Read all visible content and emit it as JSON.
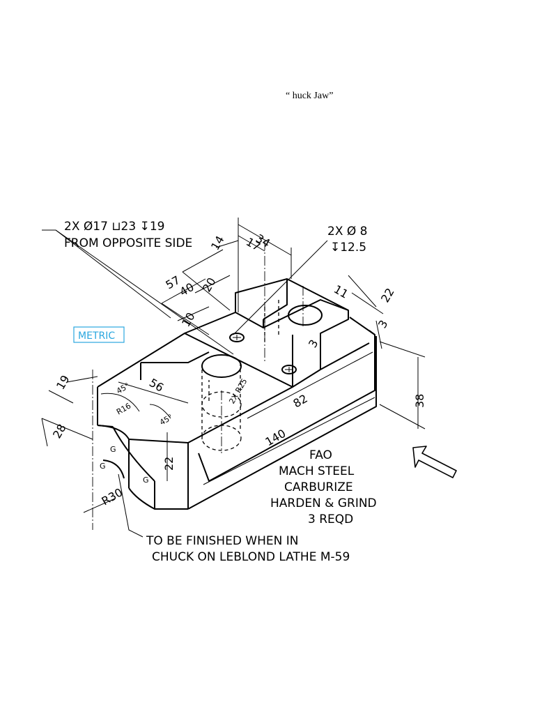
{
  "title": "“  huck Jaw”",
  "metric_label": "METRIC",
  "notes": {
    "hole_callout_1_line1": "2X Ø17 ⊔23 ↧19",
    "hole_callout_1_line2": "FROM OPPOSITE SIDE",
    "hole_callout_2_line1": "2X Ø 8",
    "hole_callout_2_line2": "↧12.5",
    "material": [
      "FAO",
      "MACH STEEL",
      "CARBURIZE",
      "HARDEN & GRIND",
      "3 REQD"
    ],
    "finish_line1": "TO BE FINISHED WHEN IN",
    "finish_line2": "CHUCK ON LEBLOND LATHE M-59"
  },
  "dimensions": {
    "d34": "34",
    "d17": "17",
    "d14": "14",
    "d57": "57",
    "d40": "40",
    "d20": "20",
    "d10": "10",
    "d11": "11",
    "d22_top": "22",
    "d3a": "3",
    "d3b": "3",
    "d38": "38",
    "d82": "82",
    "d140": "140",
    "d56": "56",
    "d19": "19",
    "d28": "28",
    "d22_side": "22",
    "r16": "R16",
    "r25": "2X R25",
    "r30": "R30",
    "a45a": "45°",
    "a45b": "45°",
    "g1": "G",
    "g2": "G",
    "g3": "G"
  },
  "colors": {
    "metric": "#2aa7df",
    "ink": "#000000"
  },
  "icons": {
    "view_arrow": "arrow-icon"
  }
}
